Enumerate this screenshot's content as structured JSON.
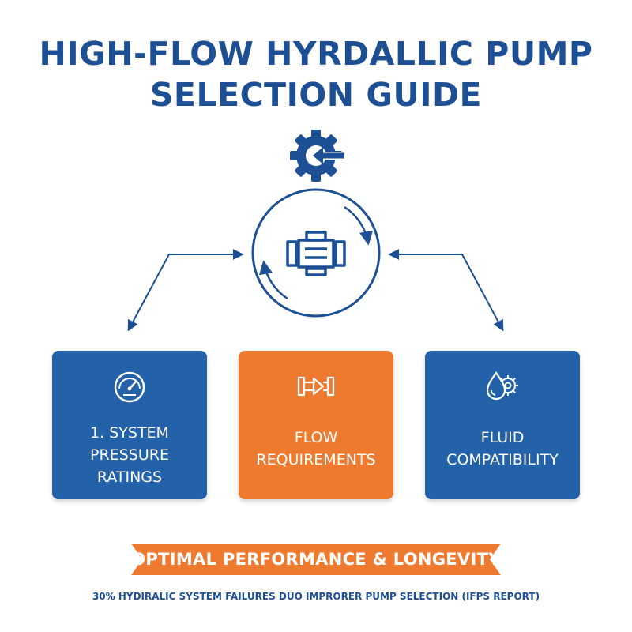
{
  "title": {
    "line1": "HIGH-FLOW HYRDALLIC PUMP",
    "line2": "SELECTION GUIDE"
  },
  "icons": {
    "top": "gear-arrow-icon",
    "center": "motor-pump-icon",
    "card1": "pressure-gauge-icon",
    "card2": "flow-pipe-arrow-icon",
    "card3": "droplet-gear-icon"
  },
  "cards": [
    {
      "lines": [
        "1. SYSTEM",
        "PRESSURE",
        "RATINGS"
      ],
      "color": "#2361a8"
    },
    {
      "lines": [
        "FLOW",
        "REQUIREMENTS"
      ],
      "color": "#ee7a30"
    },
    {
      "lines": [
        "FLUID",
        "COMPATIBILITY"
      ],
      "color": "#2361a8"
    }
  ],
  "banner": "OPTIMAL PERFORMANCE & LONGEVITY",
  "footnote": "30% HYDIRALIC SYSTEM FAILURES DUO IMPRORER PUMP SELECTION (IFPS REPORT)",
  "colors": {
    "primary": "#1d4f94",
    "card_blue": "#2361a8",
    "accent_orange": "#ee7a30"
  }
}
